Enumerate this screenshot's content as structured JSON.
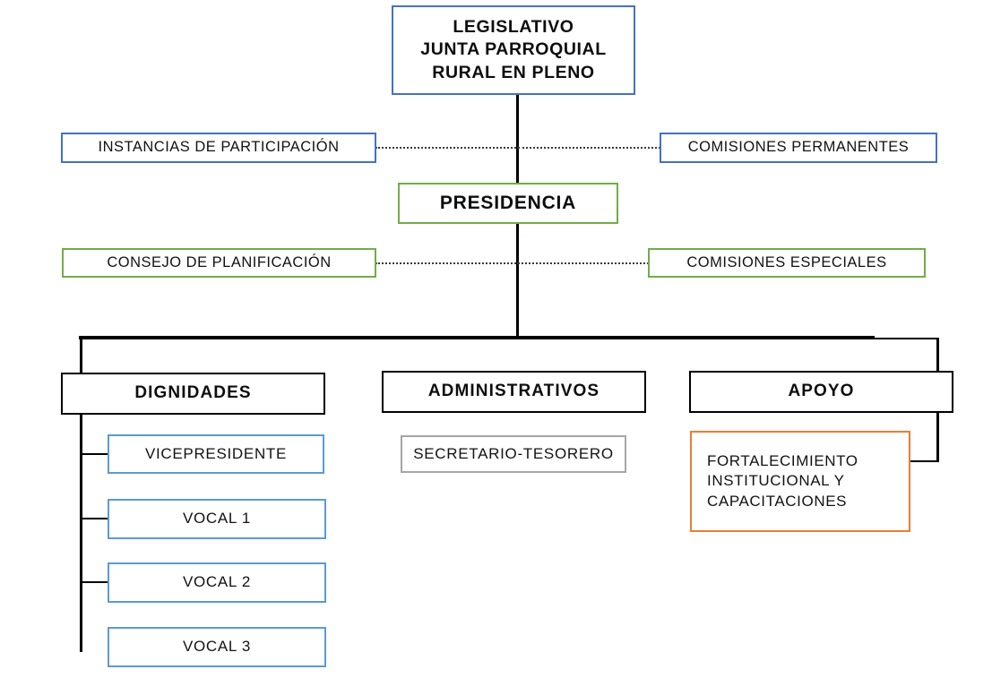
{
  "diagram": {
    "title_lines": [
      "LEGISLATIVO",
      "JUNTA PARROQUIAL",
      "RURAL EN PLENO"
    ],
    "nodes": {
      "legislativo": "LEGISLATIVO\nJUNTA PARROQUIAL\nRURAL EN PLENO",
      "legislativo_l1": "LEGISLATIVO",
      "legislativo_l2": "JUNTA PARROQUIAL",
      "legislativo_l3": "RURAL EN PLENO",
      "instancias": "INSTANCIAS DE PARTICIPACIÓN",
      "comisiones_permanentes": "COMISIONES  PERMANENTES",
      "presidencia": "PRESIDENCIA",
      "consejo": "CONSEJO DE PLANIFICACIÓN",
      "comisiones_especiales": "COMISIONES  ESPECIALES",
      "dignidades": "DIGNIDADES",
      "administrativos": "ADMINISTRATIVOS",
      "apoyo": "APOYO",
      "vicepresidente": "VICEPRESIDENTE",
      "vocal1": "VOCAL 1",
      "vocal2": "VOCAL 2",
      "vocal3": "VOCAL 3",
      "secretario": "SECRETARIO-TESORERO",
      "fortalecimiento_l1": "FORTALECIMIENTO",
      "fortalecimiento_l2": "INSTITUCIONAL   Y",
      "fortalecimiento_l3": "CAPACITACIONES"
    },
    "colors": {
      "blue": "#4472C4",
      "light_blue": "#5B9BD5",
      "green": "#70AD47",
      "black": "#000000",
      "gray": "#A6A6A6",
      "orange": "#ED7D31",
      "background": "#FFFFFF",
      "text": "#0D0D0D",
      "dotted_line": "#3A3A3A"
    }
  }
}
